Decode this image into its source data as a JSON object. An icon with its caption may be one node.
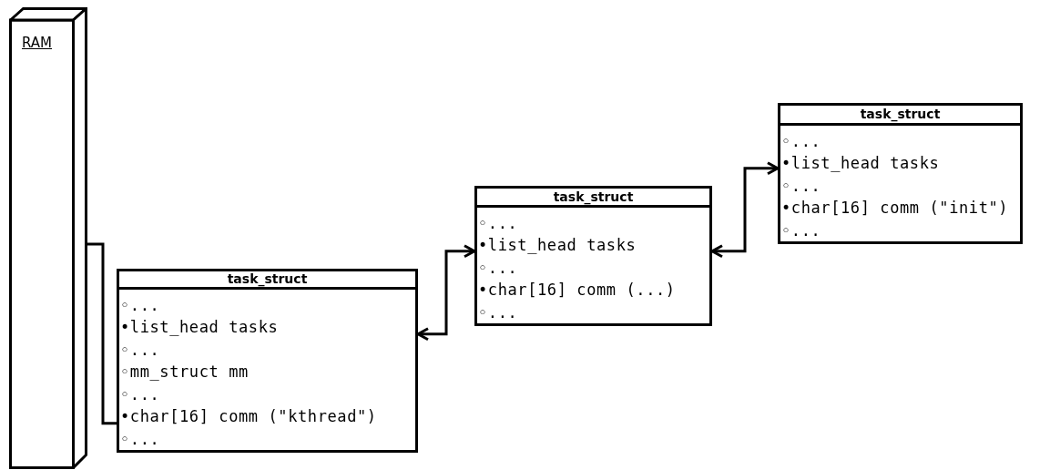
{
  "diagram": {
    "nodes": [
      {
        "text": [
          "RAM"
        ]
      },
      {
        "text": [
          "task_struct",
          "◦...",
          "•list_head tasks",
          "◦...",
          "◦mm_struct mm",
          "◦...",
          "•char[16] comm (\"kthread\")",
          "◦..."
        ]
      },
      {
        "text": [
          "task_struct",
          "◦...",
          "•list_head tasks",
          "◦...",
          "•char[16] comm (...)",
          "◦..."
        ]
      },
      {
        "text": [
          "task_struct",
          "◦...",
          "•list_head tasks",
          "◦...",
          "•char[16] comm (\"init\")",
          "◦..."
        ]
      }
    ],
    "edges": [
      {
        "from": 0,
        "to": 1,
        "arrow": "none"
      },
      {
        "from": 1,
        "to": 2,
        "arrow": "both"
      },
      {
        "from": 2,
        "to": 3,
        "arrow": "both"
      }
    ]
  }
}
